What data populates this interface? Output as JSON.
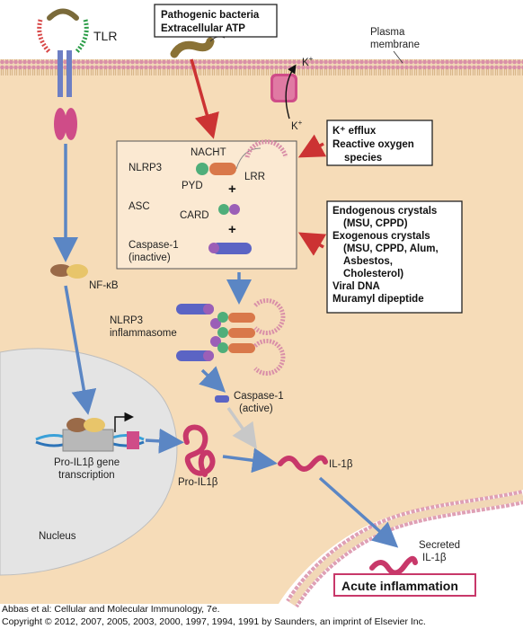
{
  "labels": {
    "tlr": "TLR",
    "plasma_membrane_1": "Plasma",
    "plasma_membrane_2": "membrane",
    "k_plus_out": "K",
    "k_plus_in": "K",
    "k_superscript": "+",
    "nacht": "NACHT",
    "nlrp3": "NLRP3",
    "pyd": "PYD",
    "lrr": "LRR",
    "asc": "ASC",
    "card": "CARD",
    "caspase1_inactive_1": "Caspase-1",
    "caspase1_inactive_2": "(inactive)",
    "nfkb": "NF-κB",
    "inflammasome_1": "NLRP3",
    "inflammasome_2": "inflammasome",
    "caspase1_active_1": "Caspase-1",
    "caspase1_active_2": "(active)",
    "pro_il1b_gene_1": "Pro-IL1β gene",
    "pro_il1b_gene_2": "transcription",
    "pro_il1b": "Pro-IL1β",
    "il1b": "IL-1β",
    "nucleus": "Nucleus",
    "secreted_1": "Secreted",
    "secreted_2": "IL-1β",
    "plus_sign": "+"
  },
  "boxes": {
    "stimulus_top": [
      "Pathogenic bacteria",
      "Extracellular ATP"
    ],
    "efflux": [
      "K⁺ efflux",
      "Reactive oxygen",
      "species"
    ],
    "crystals": [
      "Endogenous crystals",
      "(MSU, CPPD)",
      "Exogenous crystals",
      "(MSU, CPPD, Alum,",
      "Asbestos,",
      "Cholesterol)",
      "Viral DNA",
      "Muramyl dipeptide"
    ],
    "outcome": "Acute inflammation"
  },
  "credits": {
    "line1": "Abbas et al: Cellular and Molecular Immunology, 7e.",
    "line2": "Copyright © 2012, 2007, 2005, 2003, 2000, 1997, 1994, 1991 by Saunders, an imprint of Elsevier Inc."
  },
  "colors": {
    "cytoplasm": "#f6dcb8",
    "membrane_head": "#d98fa8",
    "nucleus": "#e4e4e4",
    "pathway_arrow": "#5b86c4",
    "stimulus_arrow": "#cc3333",
    "il1b": "#c8386a"
  }
}
